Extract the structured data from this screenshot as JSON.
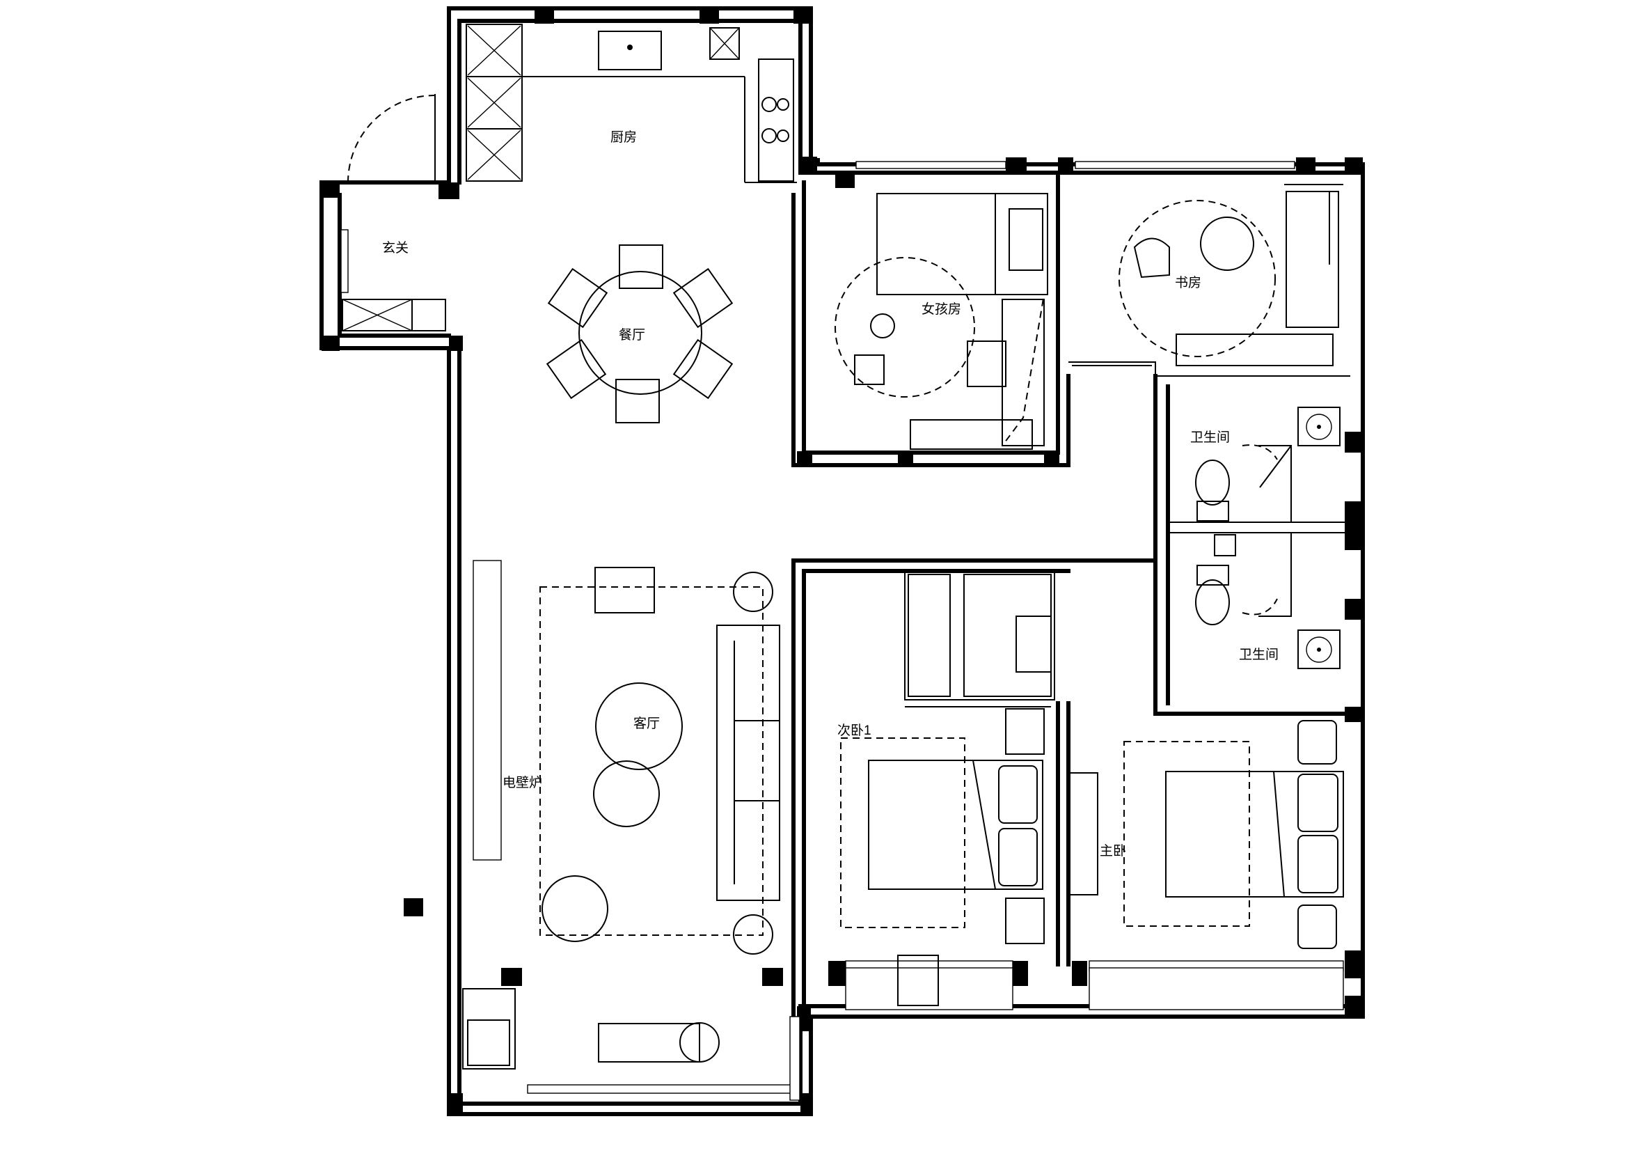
{
  "rooms": {
    "kitchen": "厨房",
    "entry": "玄关",
    "dining": "餐厅",
    "girl_room": "女孩房",
    "study": "书房",
    "bath_upper": "卫生间",
    "bath_lower": "卫生间",
    "living": "客厅",
    "fireplace": "电壁炉",
    "second_bedroom": "次卧1",
    "master_bedroom": "主卧"
  }
}
